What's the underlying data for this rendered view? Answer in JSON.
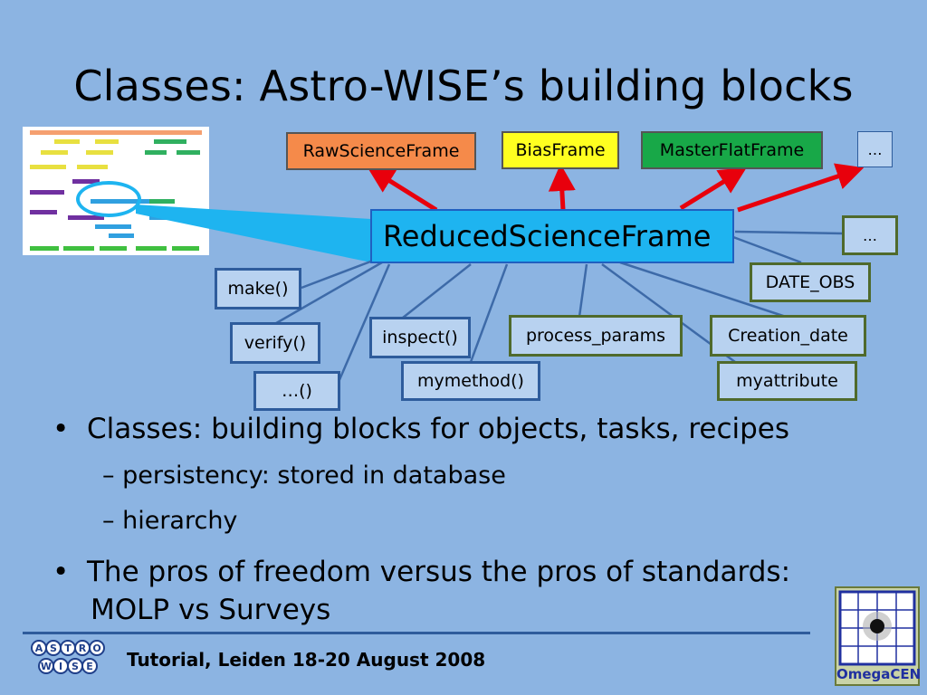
{
  "slide": {
    "title": "Classes: Astro-WISE’s building blocks"
  },
  "diagram": {
    "parents": [
      {
        "label": "RawScienceFrame",
        "color": "#f58a4a"
      },
      {
        "label": "BiasFrame",
        "color": "#ffff20"
      },
      {
        "label": "MasterFlatFrame",
        "color": "#18a848"
      },
      {
        "label": "…",
        "color": "#b8d2f0"
      }
    ],
    "central": "ReducedScienceFrame",
    "methods": [
      "make()",
      "verify()",
      "…()",
      "inspect()",
      "mymethod()"
    ],
    "attributes": [
      "…",
      "DATE_OBS",
      "process_params",
      "Creation_date",
      "myattribute"
    ]
  },
  "bullets": [
    "Classes: building blocks for objects, tasks, recipes",
    "persistency: stored in database",
    "hierarchy",
    "The pros of freedom versus the pros of standards:",
    "MOLP vs Surveys"
  ],
  "footer": {
    "text": "Tutorial, Leiden 18-20 August 2008",
    "logo_left_letters": [
      "A",
      "S",
      "T",
      "R",
      "O",
      "W",
      "I",
      "S",
      "E"
    ],
    "logo_right_text": "OmegaCEN"
  }
}
